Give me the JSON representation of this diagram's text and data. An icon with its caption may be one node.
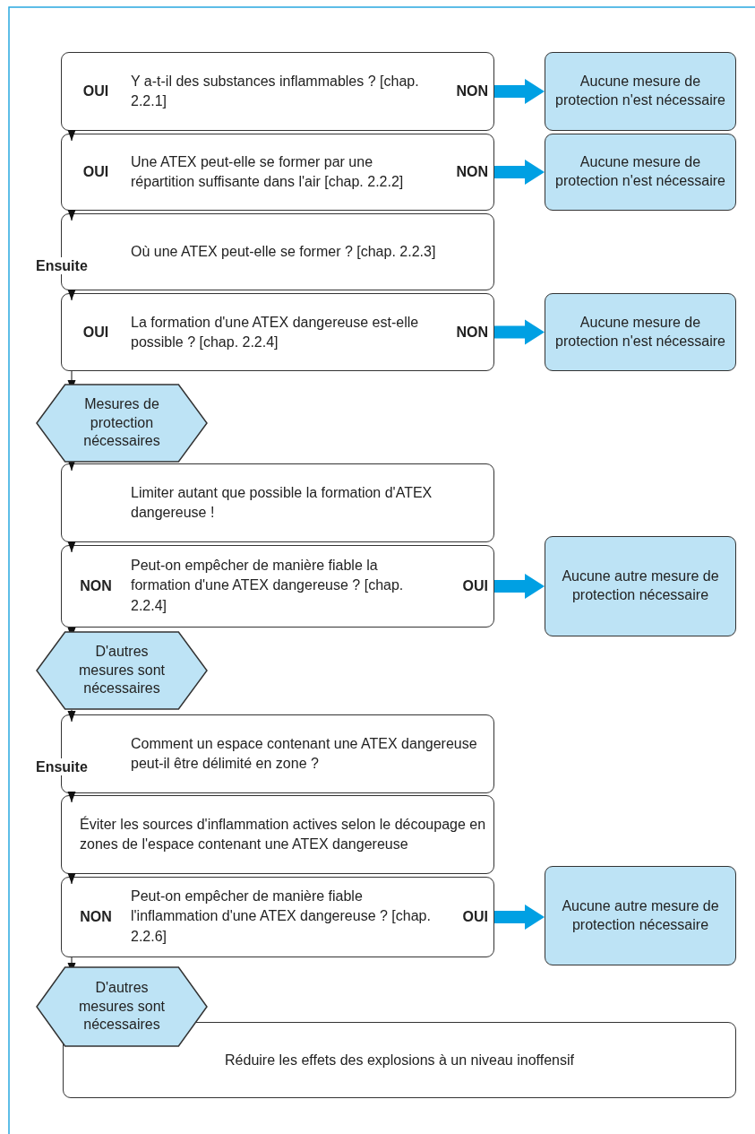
{
  "diagram": {
    "nodes": [
      {
        "text": [
          "OUI",
          "Y a-t-il des substances inflammables ? [chap. 2.2.1]",
          "NON"
        ]
      },
      {
        "text": [
          "Aucune mesure de protection n'est nécessaire"
        ]
      },
      {
        "text": [
          "OUI",
          "Une ATEX peut-elle se former par une répartition suffisante dans l'air [chap. 2.2.2]",
          "NON"
        ]
      },
      {
        "text": [
          "Aucune mesure de protection n'est nécessaire"
        ]
      },
      {
        "text": [
          "Ensuite",
          "Où une ATEX peut-elle se former ? [chap. 2.2.3]"
        ]
      },
      {
        "text": [
          "OUI",
          "La formation d'une ATEX dangereuse est-elle possible ? [chap. 2.2.4]",
          "NON"
        ]
      },
      {
        "text": [
          "Aucune mesure de protection n'est nécessaire"
        ]
      },
      {
        "text": [
          "Mesures de protection nécessaires"
        ]
      },
      {
        "text": [
          "Limiter autant que possible la formation d'ATEX dangereuse !"
        ]
      },
      {
        "text": [
          "NON",
          "Peut-on empêcher de manière fiable la formation d'une ATEX dangereuse ? [chap. 2.2.4]",
          "OUI"
        ]
      },
      {
        "text": [
          "Aucune autre mesure de protection nécessaire"
        ]
      },
      {
        "text": [
          "D'autres mesures sont nécessaires"
        ]
      },
      {
        "text": [
          "Ensuite",
          "Comment un espace contenant une ATEX dangereuse peut-il être délimité en zone ?"
        ]
      },
      {
        "text": [
          "Éviter les sources d'inflammation actives selon le découpage en zones de l'espace contenant une ATEX dangereuse"
        ]
      },
      {
        "text": [
          "NON",
          "Peut-on empêcher de manière fiable l'inflammation d'une ATEX dangereuse ? [chap. 2.2.6]",
          "OUI"
        ]
      },
      {
        "text": [
          "Aucune autre mesure de protection nécessaire"
        ]
      },
      {
        "text": [
          "D'autres mesures sont nécessaires"
        ]
      },
      {
        "text": [
          "Réduire les effets des explosions à un niveau inoffensif"
        ]
      }
    ],
    "edges": [
      {
        "from": 0,
        "to": 1,
        "arrow": "to",
        "style": "thick",
        "color": "#00a0e3"
      },
      {
        "from": 0,
        "to": 2,
        "arrow": "to"
      },
      {
        "from": 2,
        "to": 3,
        "arrow": "to",
        "style": "thick",
        "color": "#00a0e3"
      },
      {
        "from": 2,
        "to": 4,
        "arrow": "to"
      },
      {
        "from": 4,
        "to": 5,
        "arrow": "to"
      },
      {
        "from": 5,
        "to": 6,
        "arrow": "to",
        "style": "thick",
        "color": "#00a0e3"
      },
      {
        "from": 5,
        "to": 7,
        "arrow": "to"
      },
      {
        "from": 7,
        "to": 8,
        "arrow": "to"
      },
      {
        "from": 8,
        "to": 9,
        "arrow": "to"
      },
      {
        "from": 9,
        "to": 10,
        "arrow": "to",
        "style": "thick",
        "color": "#00a0e3"
      },
      {
        "from": 9,
        "to": 11,
        "arrow": "to"
      },
      {
        "from": 11,
        "to": 12,
        "arrow": "to"
      },
      {
        "from": 12,
        "to": 13,
        "arrow": "to"
      },
      {
        "from": 13,
        "to": 14,
        "arrow": "to"
      },
      {
        "from": 14,
        "to": 15,
        "arrow": "to",
        "style": "thick",
        "color": "#00a0e3"
      },
      {
        "from": 14,
        "to": 16,
        "arrow": "to"
      }
    ]
  }
}
